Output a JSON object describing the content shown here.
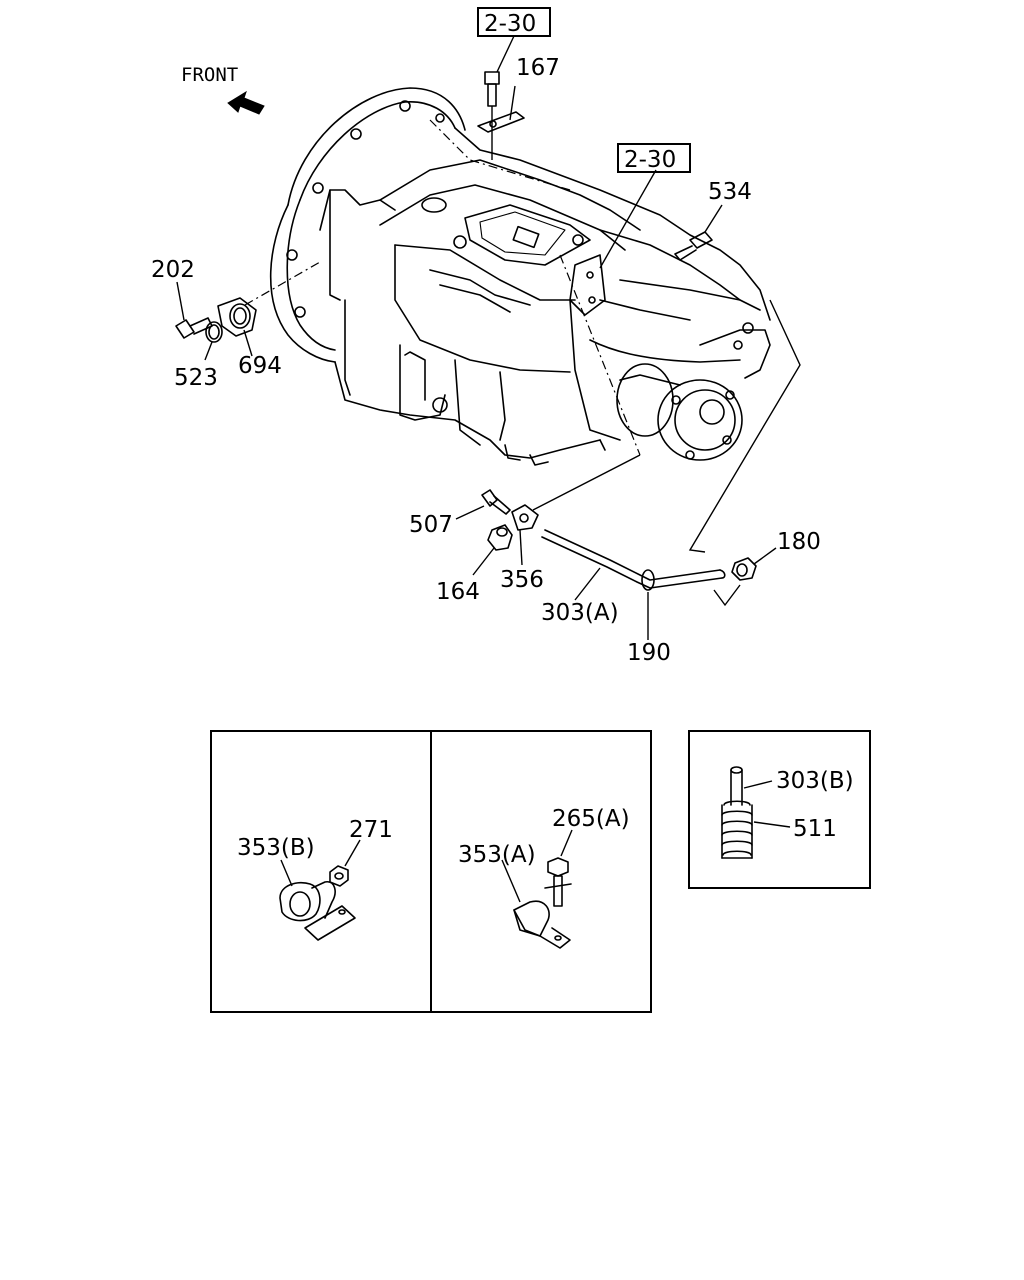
{
  "orientation_label": "FRONT",
  "ref_boxes": [
    "2-30",
    "2-30"
  ],
  "callouts": {
    "p167": "167",
    "p534": "534",
    "p202": "202",
    "p523": "523",
    "p694": "694",
    "p507": "507",
    "p356": "356",
    "p164": "164",
    "p303a": "303(A)",
    "p190": "190",
    "p180": "180"
  },
  "detail_panels": {
    "left": {
      "p353b": "353(B)",
      "p271": "271"
    },
    "middle": {
      "p353a": "353(A)",
      "p265a": "265(A)"
    },
    "right": {
      "p303b": "303(B)",
      "p511": "511"
    }
  },
  "icons": {
    "front_arrow": "front-arrow-icon"
  }
}
